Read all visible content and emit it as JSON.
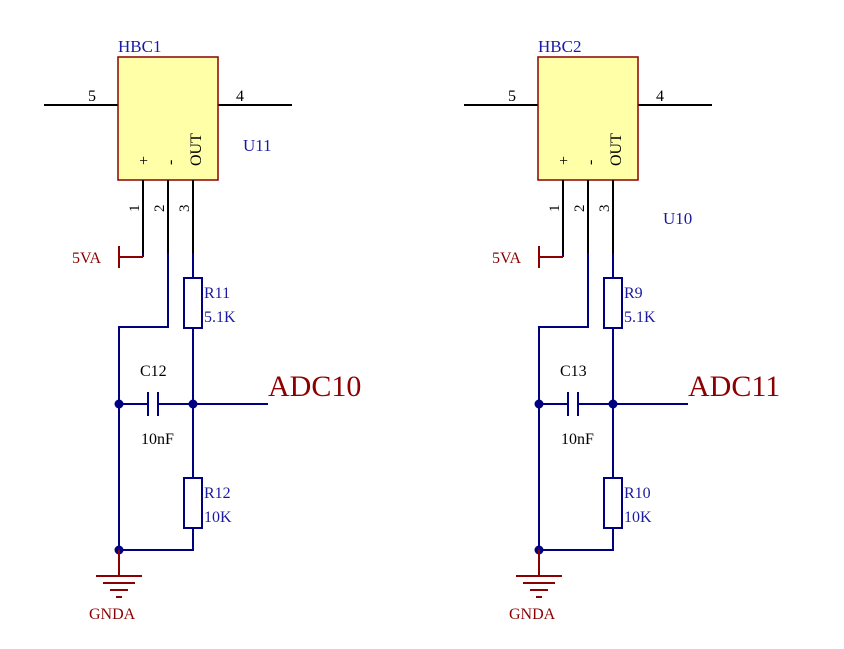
{
  "colors": {
    "wire": "#000080",
    "pin": "#000000",
    "component_fill": "#ffffa8",
    "component_stroke": "#8b0000",
    "text_blue": "#1a1aa0",
    "text_dark": "#000000",
    "power_red": "#8b0000"
  },
  "circuits": [
    {
      "sensor_label": "HBC1",
      "designator": "U11",
      "pin5": "5",
      "pin4": "4",
      "pin_plus": "+",
      "pin_minus": "-",
      "pin_out": "OUT",
      "pin1": "1",
      "pin2": "2",
      "pin3": "3",
      "supply": "5VA",
      "r_top": "R11",
      "r_top_value": "5.1K",
      "cap": "C12",
      "cap_value": "10nF",
      "r_bottom": "R12",
      "r_bottom_value": "10K",
      "net": "ADC10",
      "ground": "GNDA"
    },
    {
      "sensor_label": "HBC2",
      "designator": "U10",
      "pin5": "5",
      "pin4": "4",
      "pin_plus": "+",
      "pin_minus": "-",
      "pin_out": "OUT",
      "pin1": "1",
      "pin2": "2",
      "pin3": "3",
      "supply": "5VA",
      "r_top": "R9",
      "r_top_value": "5.1K",
      "cap": "C13",
      "cap_value": "10nF",
      "r_bottom": "R10",
      "r_bottom_value": "10K",
      "net": "ADC11",
      "ground": "GNDA"
    }
  ]
}
